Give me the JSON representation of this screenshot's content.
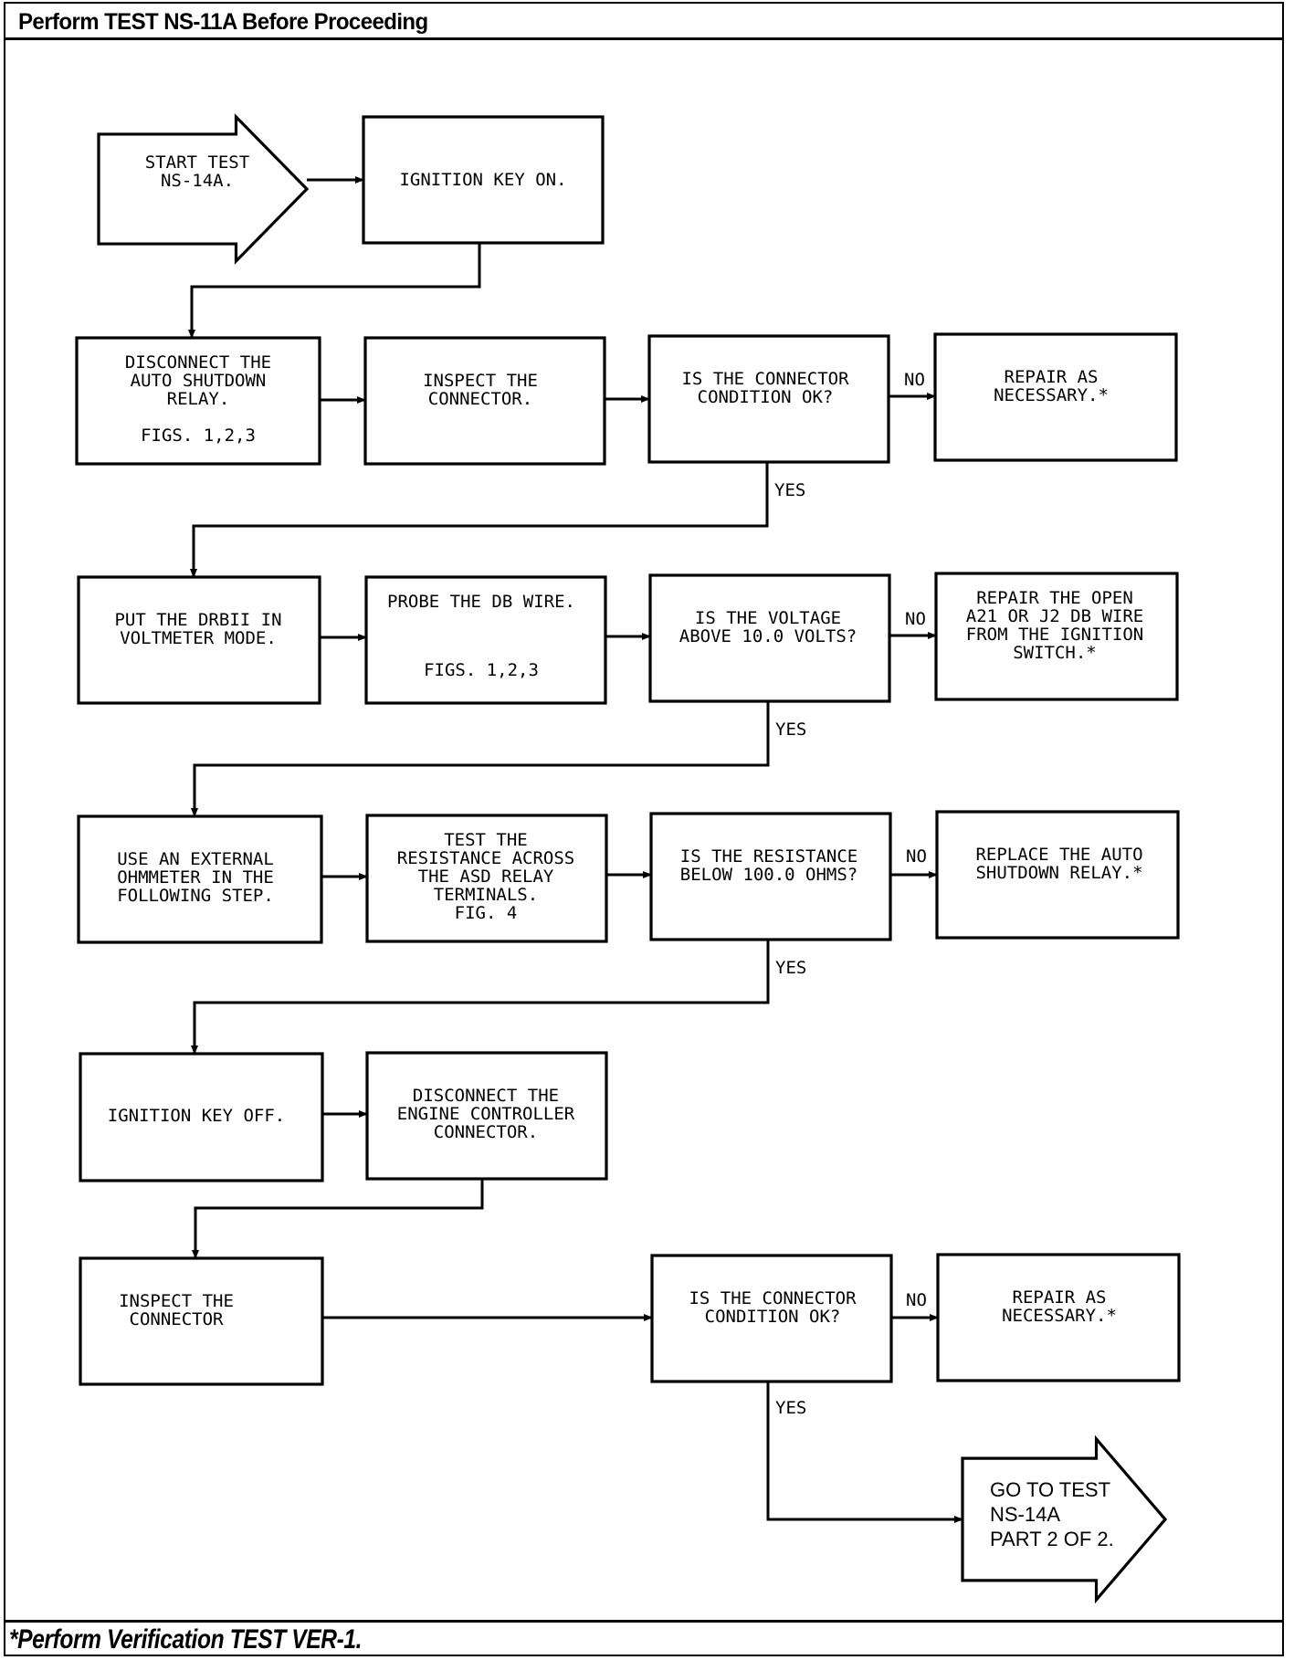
{
  "header": {
    "title": "Perform TEST NS-11A Before Proceeding"
  },
  "footer": {
    "note": "*Perform Verification TEST VER-1."
  },
  "flowchart": {
    "nodes": [
      {
        "id": "start",
        "kind": "arrow-shape",
        "lines": [
          "START TEST",
          "NS-14A."
        ]
      },
      {
        "id": "ignition-on",
        "kind": "process",
        "lines": [
          "IGNITION KEY ON."
        ]
      },
      {
        "id": "disconnect-asd",
        "kind": "process",
        "lines": [
          "DISCONNECT THE",
          "AUTO SHUTDOWN",
          "RELAY.",
          "",
          "FIGS. 1,2,3"
        ]
      },
      {
        "id": "inspect-connector-1",
        "kind": "process",
        "lines": [
          "INSPECT THE",
          "CONNECTOR."
        ]
      },
      {
        "id": "connector-ok-1",
        "kind": "decision",
        "lines": [
          "IS THE CONNECTOR",
          "CONDITION OK?"
        ]
      },
      {
        "id": "repair-1",
        "kind": "terminal",
        "lines": [
          "REPAIR AS",
          "NECESSARY.*"
        ]
      },
      {
        "id": "drbii-voltmeter",
        "kind": "process",
        "lines": [
          "PUT THE DRBII IN",
          "VOLTMETER MODE."
        ]
      },
      {
        "id": "probe-db-wire",
        "kind": "process",
        "lines": [
          "PROBE THE DB WIRE.",
          "",
          "",
          "FIGS. 1,2,3"
        ]
      },
      {
        "id": "voltage-check",
        "kind": "decision",
        "lines": [
          "IS THE VOLTAGE",
          "ABOVE 10.0 VOLTS?"
        ]
      },
      {
        "id": "repair-open-wire",
        "kind": "terminal",
        "lines": [
          "REPAIR THE OPEN",
          "A21 OR J2 DB WIRE",
          "FROM THE IGNITION",
          "SWITCH.*"
        ]
      },
      {
        "id": "external-ohmmeter",
        "kind": "process",
        "lines": [
          "USE AN EXTERNAL",
          "OHMMETER IN THE",
          "FOLLOWING STEP."
        ]
      },
      {
        "id": "test-resistance",
        "kind": "process",
        "lines": [
          "TEST THE",
          "RESISTANCE ACROSS",
          "THE ASD RELAY",
          "TERMINALS.",
          "FIG. 4"
        ]
      },
      {
        "id": "resistance-check",
        "kind": "decision",
        "lines": [
          "IS THE RESISTANCE",
          "BELOW 100.0 OHMS?"
        ]
      },
      {
        "id": "replace-asd",
        "kind": "terminal",
        "lines": [
          "REPLACE THE AUTO",
          "SHUTDOWN RELAY.*"
        ]
      },
      {
        "id": "ignition-off",
        "kind": "process",
        "lines": [
          "IGNITION KEY OFF."
        ]
      },
      {
        "id": "disconnect-ecm",
        "kind": "process",
        "lines": [
          "DISCONNECT THE",
          "ENGINE CONTROLLER",
          "CONNECTOR."
        ]
      },
      {
        "id": "inspect-connector-2",
        "kind": "process",
        "lines": [
          "INSPECT THE",
          "CONNECTOR"
        ]
      },
      {
        "id": "connector-ok-2",
        "kind": "decision",
        "lines": [
          "IS THE CONNECTOR",
          "CONDITION OK?"
        ]
      },
      {
        "id": "repair-2",
        "kind": "terminal",
        "lines": [
          "REPAIR AS",
          "NECESSARY.*"
        ]
      },
      {
        "id": "goto-part2",
        "kind": "arrow-shape",
        "lines": [
          "GO TO TEST",
          "NS-14A",
          "PART 2 OF 2."
        ]
      }
    ],
    "edges": [
      {
        "from": "start",
        "to": "ignition-on",
        "label": ""
      },
      {
        "from": "ignition-on",
        "to": "disconnect-asd",
        "label": ""
      },
      {
        "from": "disconnect-asd",
        "to": "inspect-connector-1",
        "label": ""
      },
      {
        "from": "inspect-connector-1",
        "to": "connector-ok-1",
        "label": ""
      },
      {
        "from": "connector-ok-1",
        "to": "repair-1",
        "label": "NO"
      },
      {
        "from": "connector-ok-1",
        "to": "drbii-voltmeter",
        "label": "YES"
      },
      {
        "from": "drbii-voltmeter",
        "to": "probe-db-wire",
        "label": ""
      },
      {
        "from": "probe-db-wire",
        "to": "voltage-check",
        "label": ""
      },
      {
        "from": "voltage-check",
        "to": "repair-open-wire",
        "label": "NO"
      },
      {
        "from": "voltage-check",
        "to": "external-ohmmeter",
        "label": "YES"
      },
      {
        "from": "external-ohmmeter",
        "to": "test-resistance",
        "label": ""
      },
      {
        "from": "test-resistance",
        "to": "resistance-check",
        "label": ""
      },
      {
        "from": "resistance-check",
        "to": "replace-asd",
        "label": "NO"
      },
      {
        "from": "resistance-check",
        "to": "ignition-off",
        "label": "YES"
      },
      {
        "from": "ignition-off",
        "to": "disconnect-ecm",
        "label": ""
      },
      {
        "from": "disconnect-ecm",
        "to": "inspect-connector-2",
        "label": ""
      },
      {
        "from": "inspect-connector-2",
        "to": "connector-ok-2",
        "label": ""
      },
      {
        "from": "connector-ok-2",
        "to": "repair-2",
        "label": "NO"
      },
      {
        "from": "connector-ok-2",
        "to": "goto-part2",
        "label": "YES"
      }
    ]
  }
}
